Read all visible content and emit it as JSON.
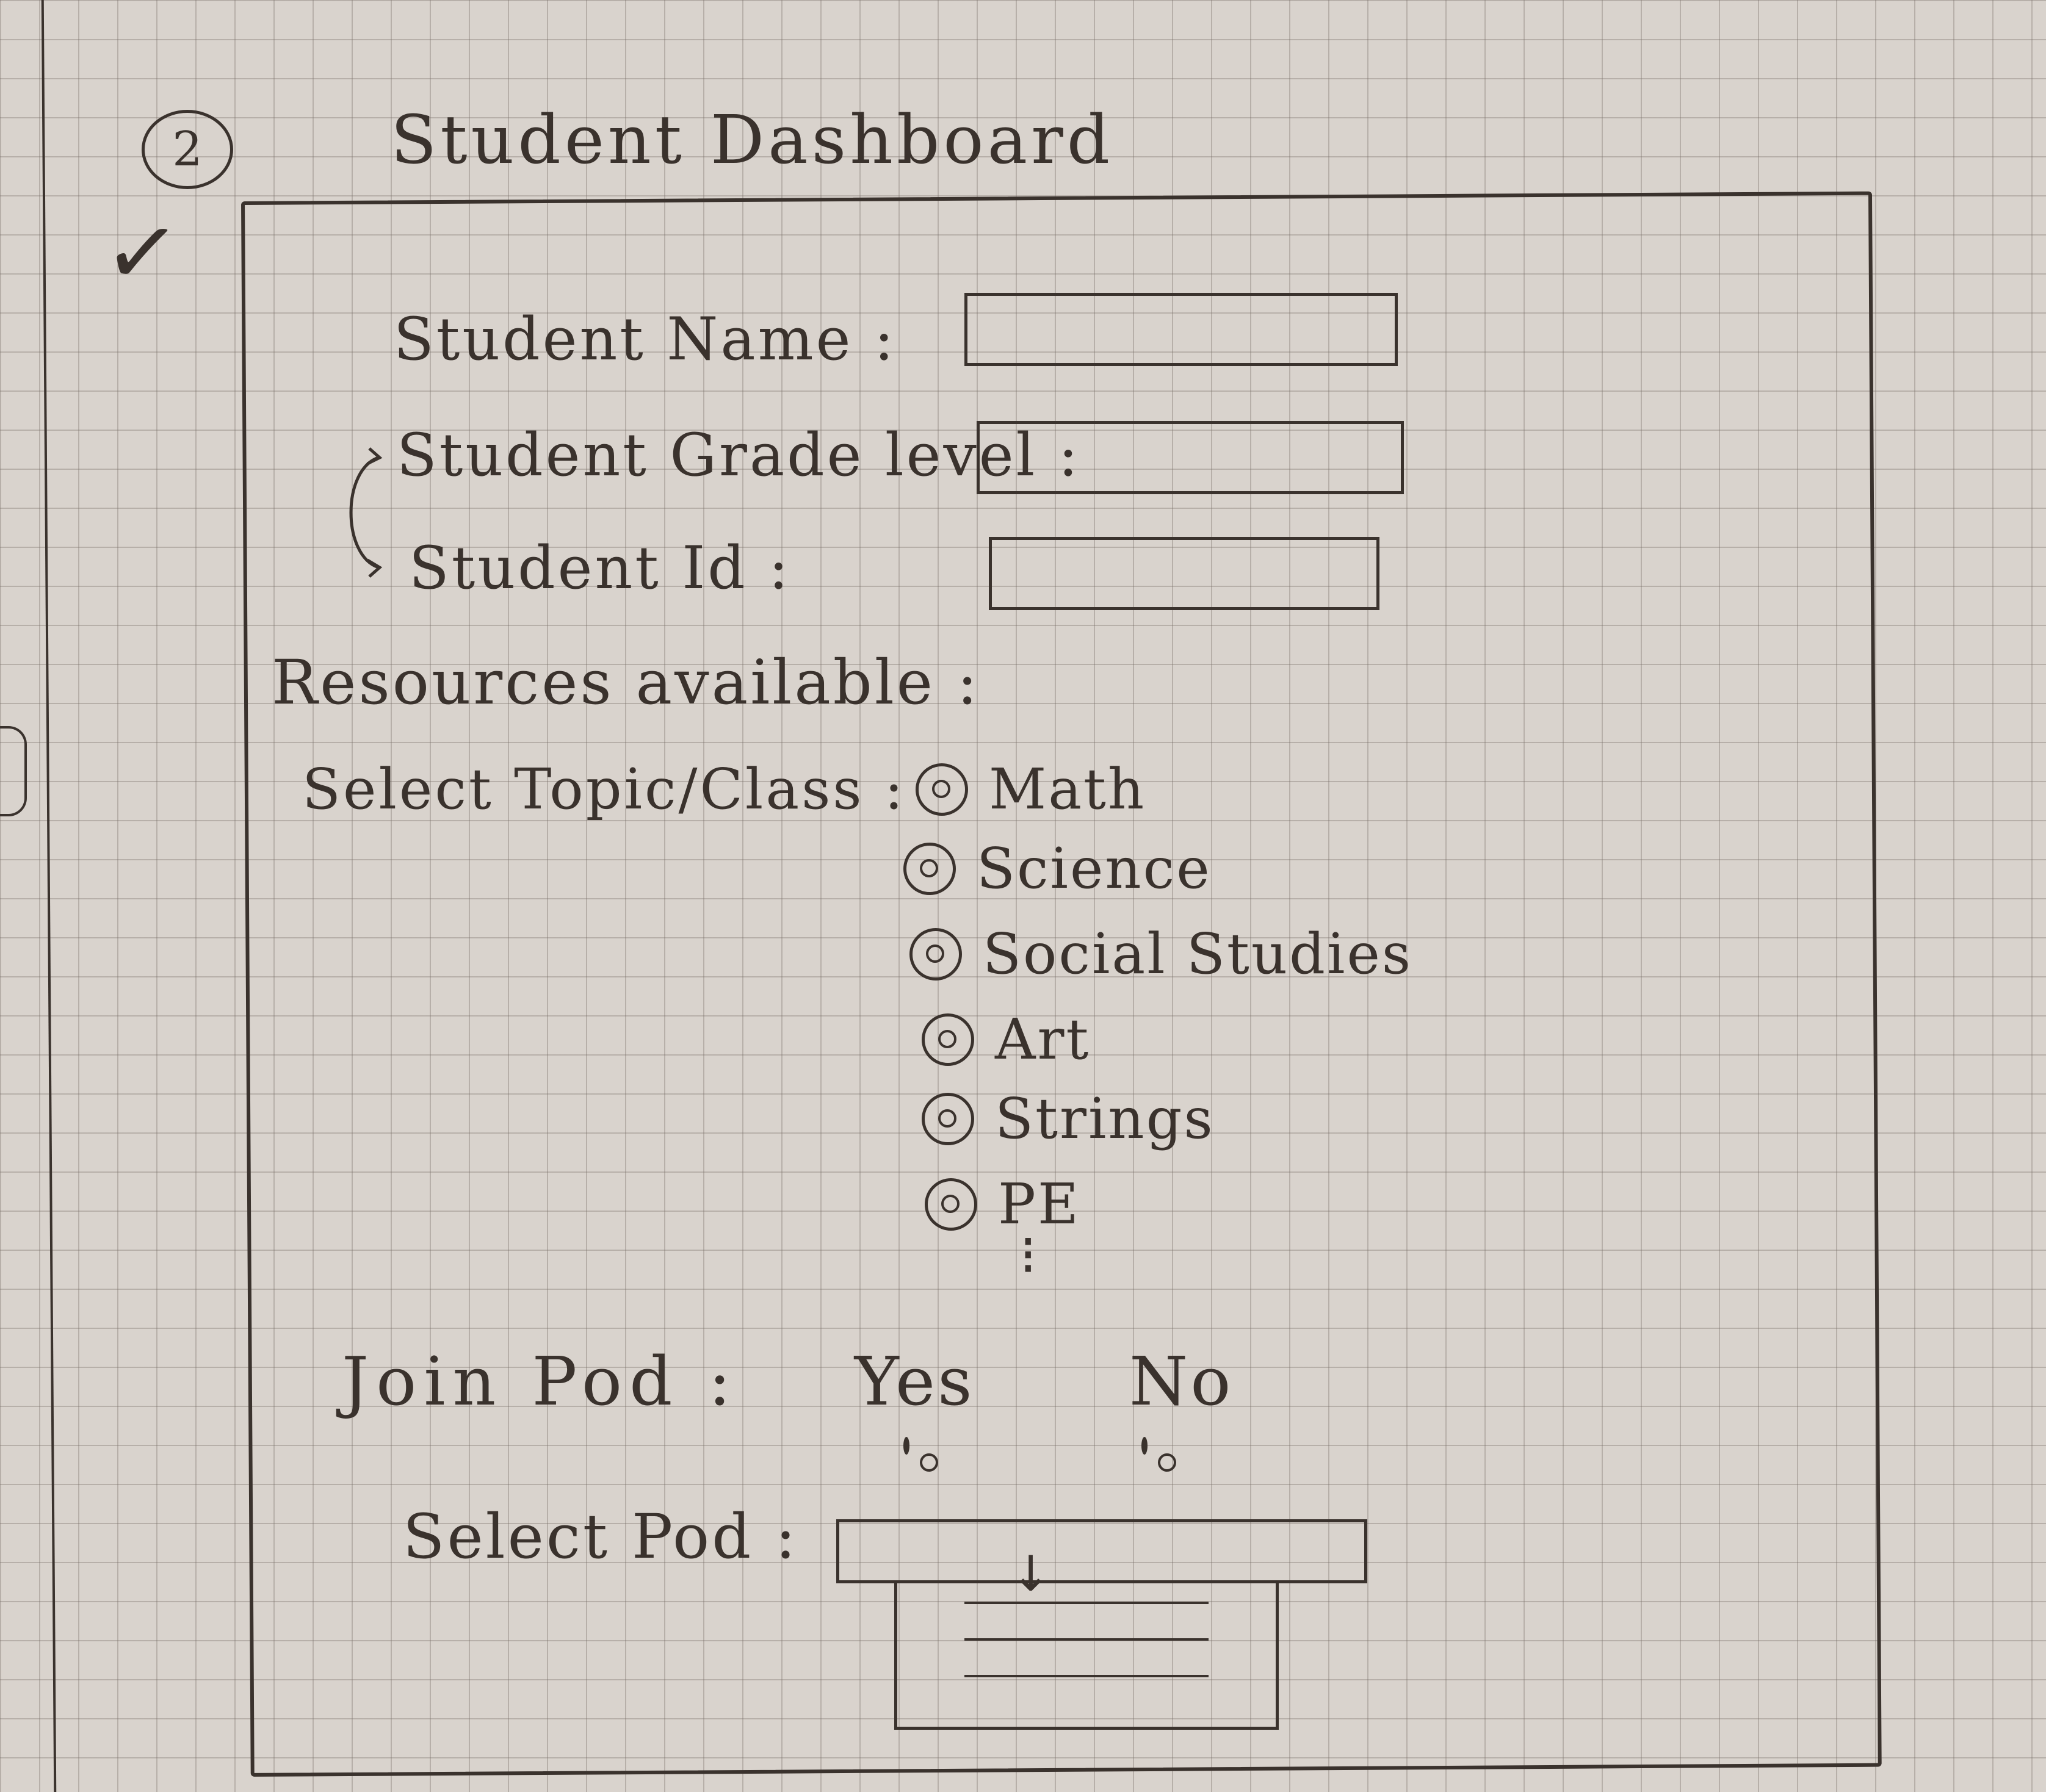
{
  "header": {
    "step_number": "2",
    "check_mark": "✓",
    "title": "Student Dashboard"
  },
  "form": {
    "name_label": "Student Name :",
    "grade_label": "Student Grade level :",
    "id_label": "Student Id :",
    "resources_label": "Resources available :",
    "topic_label": "Select Topic/Class :",
    "topics": [
      "Math",
      "Science",
      "Social Studies",
      "Art",
      "Strings",
      "PE"
    ],
    "more_indicator": "⁝",
    "join_label": "Join Pod :",
    "join_options": [
      "Yes",
      "No"
    ],
    "pod_label": "Select Pod :",
    "dropdown_arrow": "↓"
  },
  "icons": {
    "radio": "radio-circle-icon",
    "check": "checkmark-icon",
    "arrow": "curved-arrow-icon",
    "dropdown": "down-arrow-icon"
  }
}
